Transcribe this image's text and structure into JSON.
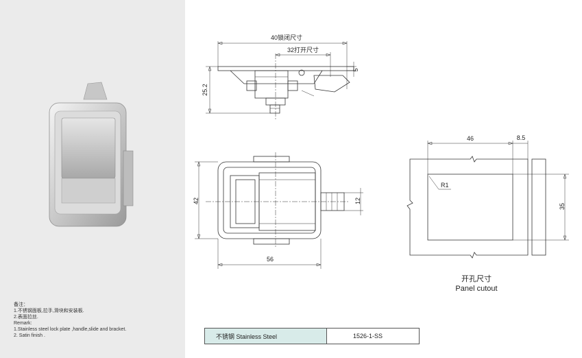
{
  "notes": {
    "heading": "备注：",
    "line1": "1.不锈钢面板,拉手,滑块和安装板.",
    "line2": "2.表面拉丝.",
    "remark": "Remark:",
    "en1": "1.Stainless steel lock plate ,handle,slide and bracket.",
    "en2": "2. Satin finish ."
  },
  "dimensions": {
    "lock_size": "40锁闭尺寸",
    "open_size": "32打开尺寸",
    "d5": "5",
    "d25_2": "25.2",
    "d42": "42",
    "d12": "12",
    "d56": "56",
    "d46": "46",
    "d8_5": "8.5",
    "r1": "R1",
    "d35": "35"
  },
  "cutout": {
    "title_cn": "开孔尺寸",
    "title_en": "Panel cutout"
  },
  "spec": {
    "material": "不锈钢 Stainless Steel",
    "model": "1526-1-SS"
  },
  "colors": {
    "left_panel": "#ebebeb",
    "spec_highlight": "#d8ebe9"
  }
}
